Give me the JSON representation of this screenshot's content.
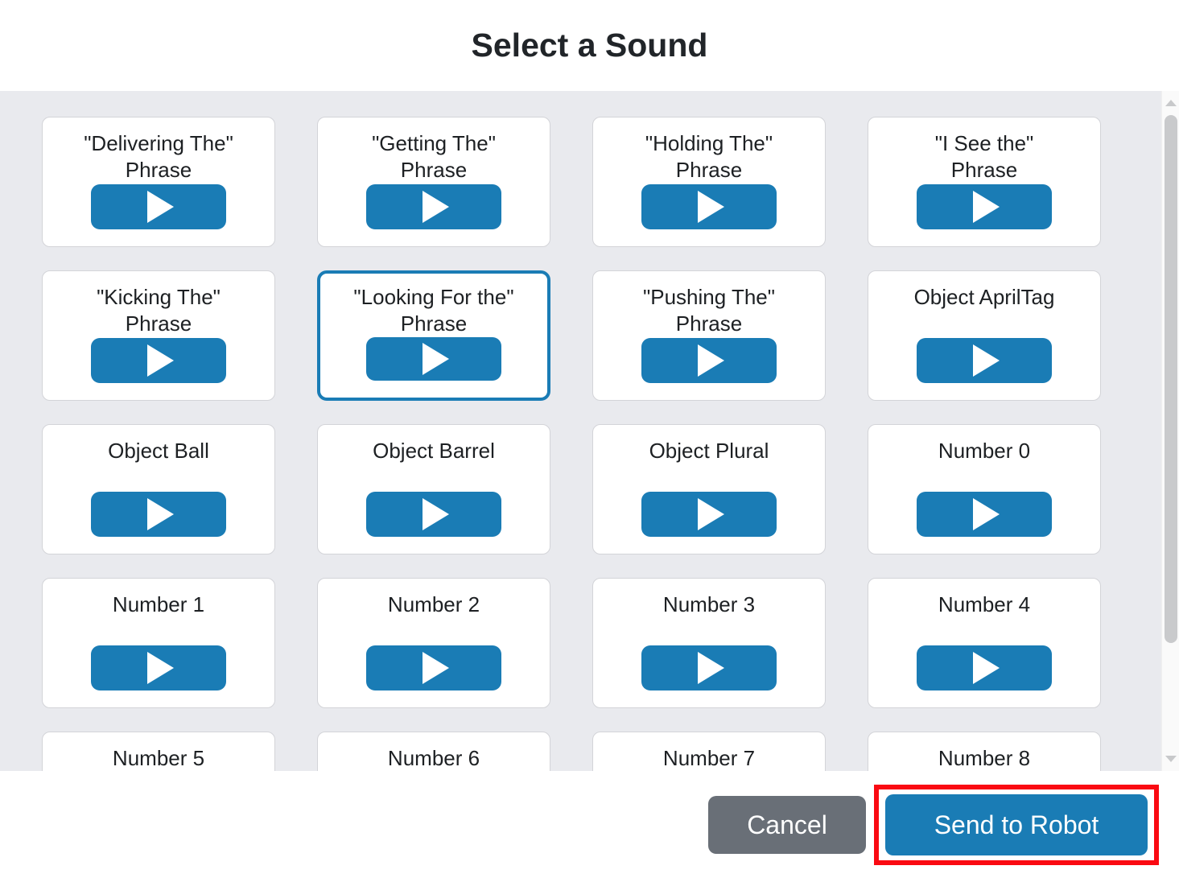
{
  "dialog": {
    "title": "Select a Sound"
  },
  "sounds": [
    {
      "label": "\"Delivering The\"\nPhrase",
      "selected": false,
      "play_icon": "play-icon"
    },
    {
      "label": "\"Getting The\"\nPhrase",
      "selected": false,
      "play_icon": "play-icon"
    },
    {
      "label": "\"Holding The\"\nPhrase",
      "selected": false,
      "play_icon": "play-icon"
    },
    {
      "label": "\"I See the\"\nPhrase",
      "selected": false,
      "play_icon": "play-icon"
    },
    {
      "label": "\"Kicking The\"\nPhrase",
      "selected": false,
      "play_icon": "play-icon"
    },
    {
      "label": "\"Looking For the\"\nPhrase",
      "selected": true,
      "play_icon": "play-icon"
    },
    {
      "label": "\"Pushing The\"\nPhrase",
      "selected": false,
      "play_icon": "play-icon"
    },
    {
      "label": "Object AprilTag",
      "selected": false,
      "play_icon": "play-icon"
    },
    {
      "label": "Object Ball",
      "selected": false,
      "play_icon": "play-icon"
    },
    {
      "label": "Object Barrel",
      "selected": false,
      "play_icon": "play-icon"
    },
    {
      "label": "Object Plural",
      "selected": false,
      "play_icon": "play-icon"
    },
    {
      "label": "Number 0",
      "selected": false,
      "play_icon": "play-icon"
    },
    {
      "label": "Number 1",
      "selected": false,
      "play_icon": "play-icon"
    },
    {
      "label": "Number 2",
      "selected": false,
      "play_icon": "play-icon"
    },
    {
      "label": "Number 3",
      "selected": false,
      "play_icon": "play-icon"
    },
    {
      "label": "Number 4",
      "selected": false,
      "play_icon": "play-icon"
    },
    {
      "label": "Number 5",
      "selected": false,
      "play_icon": "play-icon"
    },
    {
      "label": "Number 6",
      "selected": false,
      "play_icon": "play-icon"
    },
    {
      "label": "Number 7",
      "selected": false,
      "play_icon": "play-icon"
    },
    {
      "label": "Number 8",
      "selected": false,
      "play_icon": "play-icon"
    }
  ],
  "scrollbar": {
    "up_arrow_icon": "chevron-up-icon",
    "down_arrow_icon": "chevron-down-icon"
  },
  "footer": {
    "cancel_label": "Cancel",
    "send_label": "Send to Robot"
  },
  "colors": {
    "accent_blue": "#1a7cb5",
    "cancel_gray": "#696f77",
    "body_gray": "#e9eaee",
    "highlight_red": "#fa0a12",
    "card_border": "#d3d4d8"
  }
}
